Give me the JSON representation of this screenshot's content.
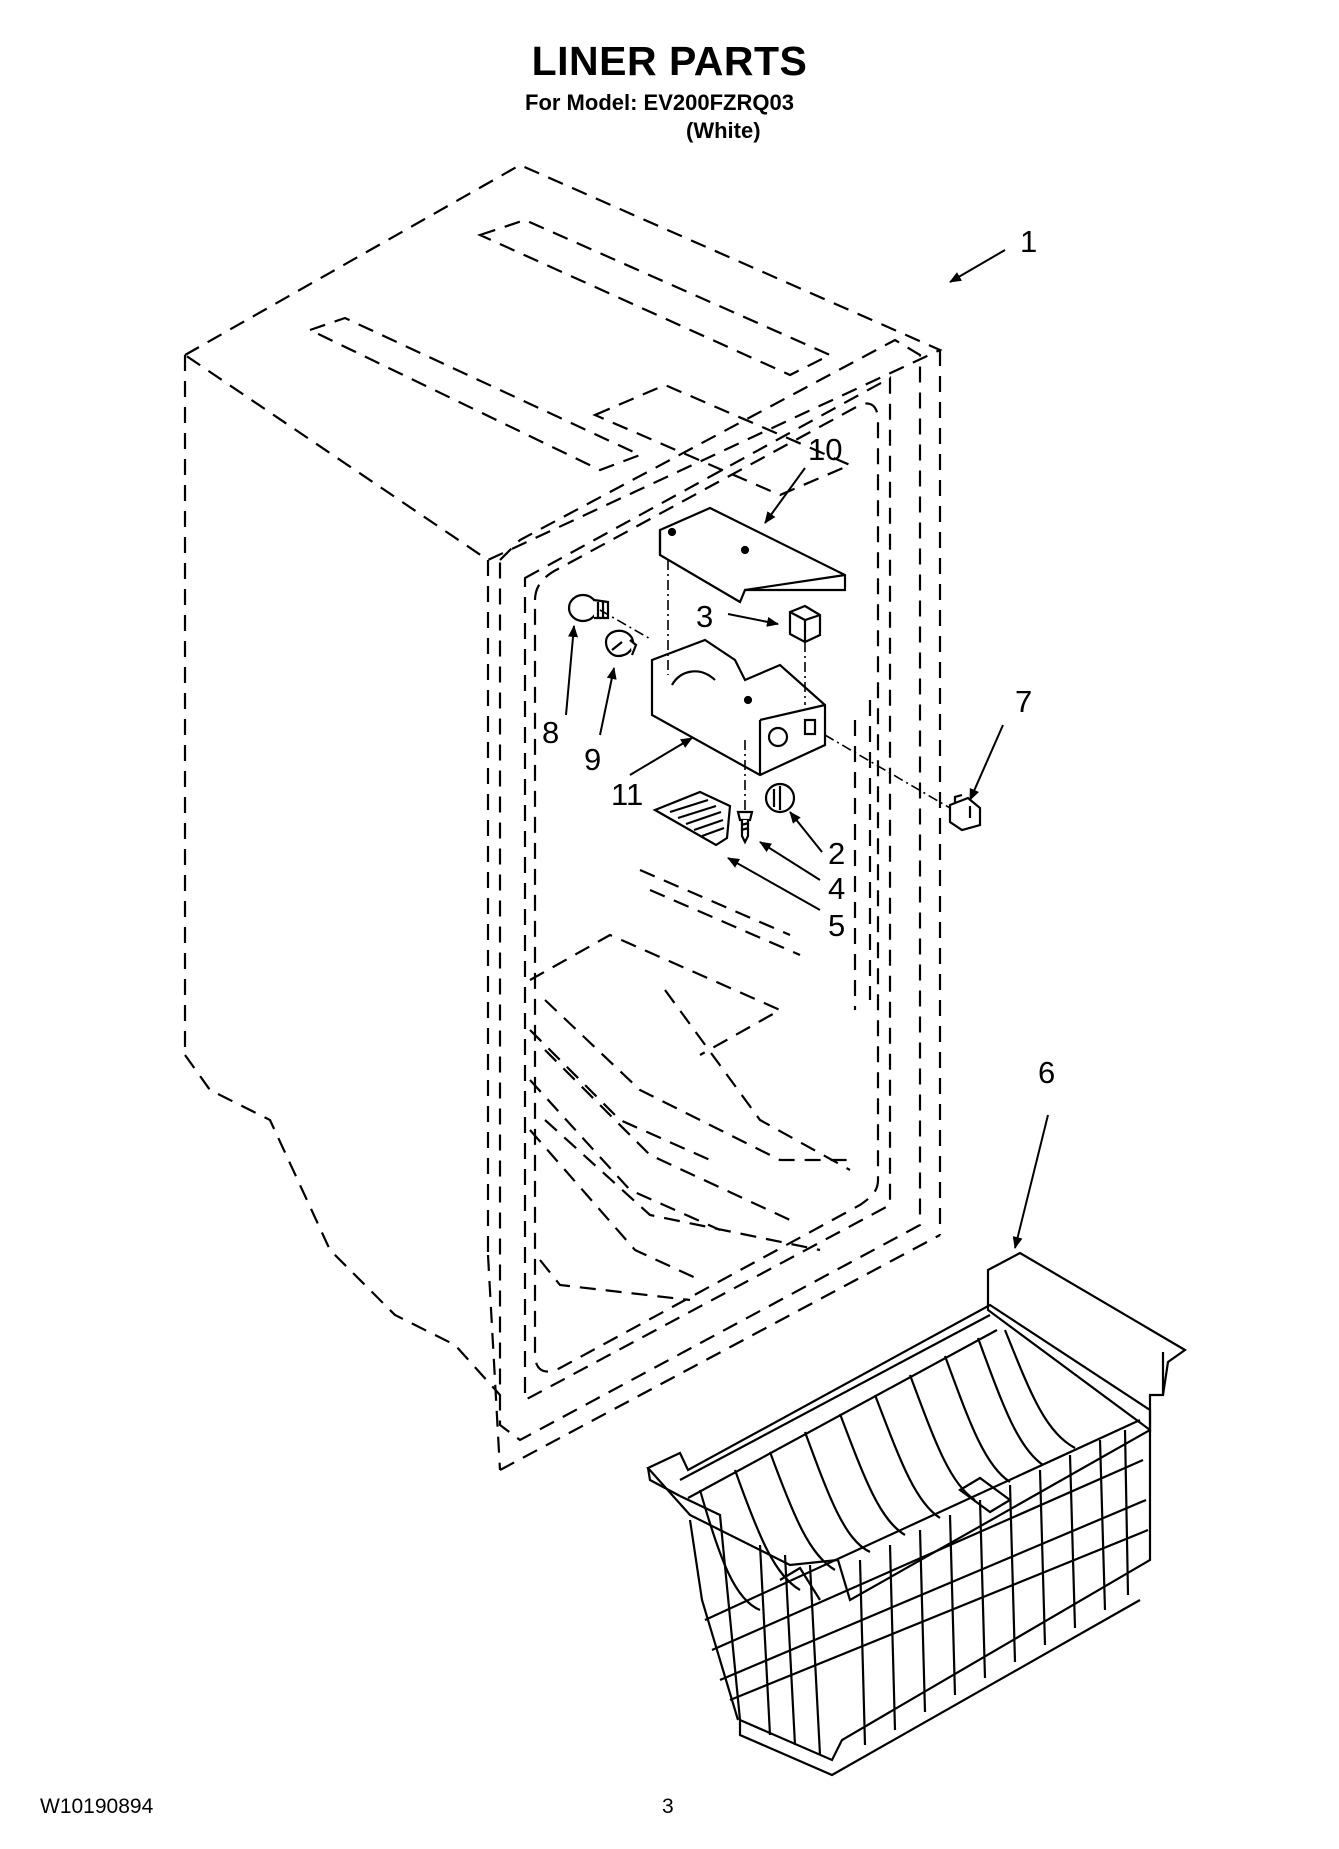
{
  "header": {
    "title": "LINER PARTS",
    "model_line": "For Model: EV200FZRQ03",
    "variant": "(White)"
  },
  "callouts": {
    "c1": "1",
    "c2": "2",
    "c3": "3",
    "c4": "4",
    "c5": "5",
    "c6": "6",
    "c7": "7",
    "c8": "8",
    "c9": "9",
    "c10": "10",
    "c11": "11"
  },
  "footer": {
    "doc_number": "W10190894",
    "page_number": "3"
  },
  "colors": {
    "ink": "#000000",
    "paper": "#ffffff"
  }
}
